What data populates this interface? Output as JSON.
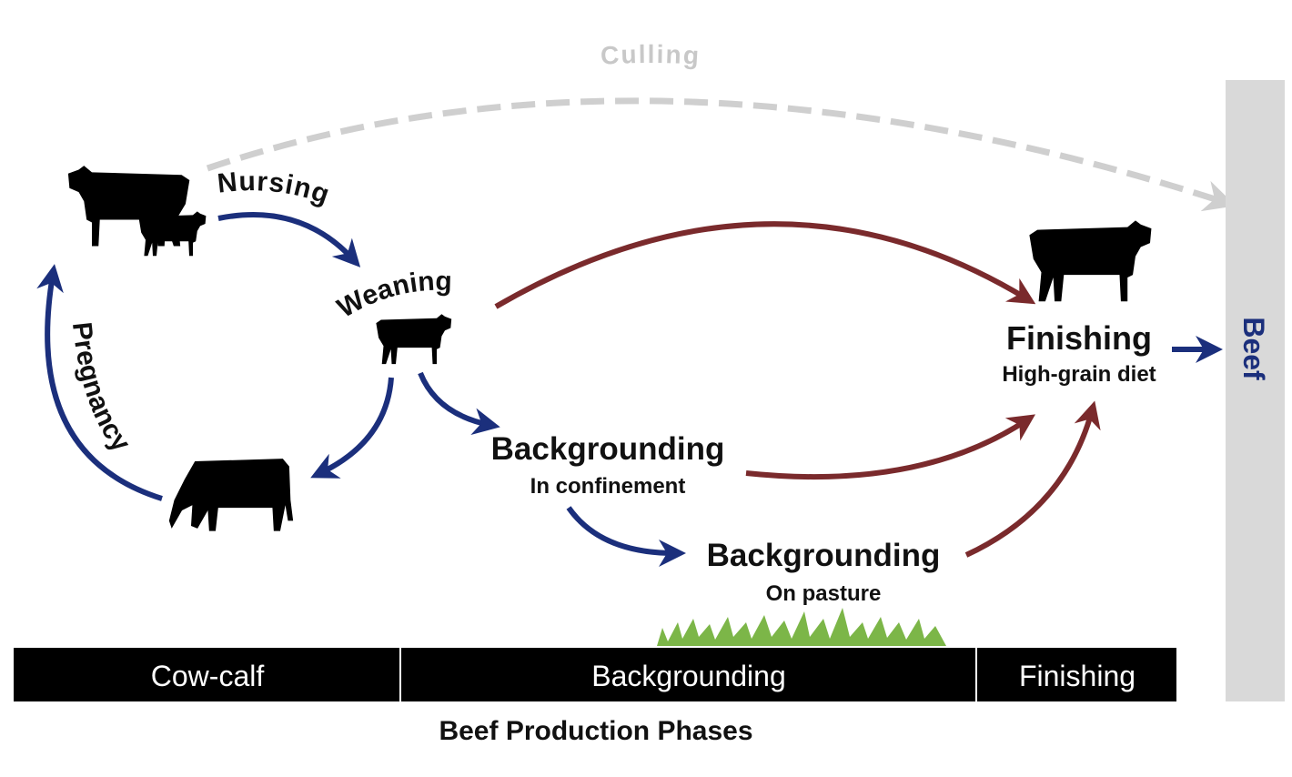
{
  "colors": {
    "nursing_cycle": "#1b2f7c",
    "to_finishing": "#7a2a2c",
    "culling": "#cfcfcf",
    "beef_bar": "#d9d9d9",
    "grass": "#7cb648"
  },
  "labels": {
    "culling": "Culling",
    "nursing": "Nursing",
    "weaning": "Weaning",
    "pregnancy": "Pregnancy",
    "backgrounding_confinement": "Backgrounding",
    "confinement_sub": "In confinement",
    "backgrounding_pasture": "Backgrounding",
    "pasture_sub": "On pasture",
    "finishing": "Finishing",
    "finishing_sub": "High-grain diet",
    "beef": "Beef"
  },
  "phases": [
    "Cow-calf",
    "Backgrounding",
    "Finishing"
  ],
  "phases_title": "Beef Production Phases"
}
